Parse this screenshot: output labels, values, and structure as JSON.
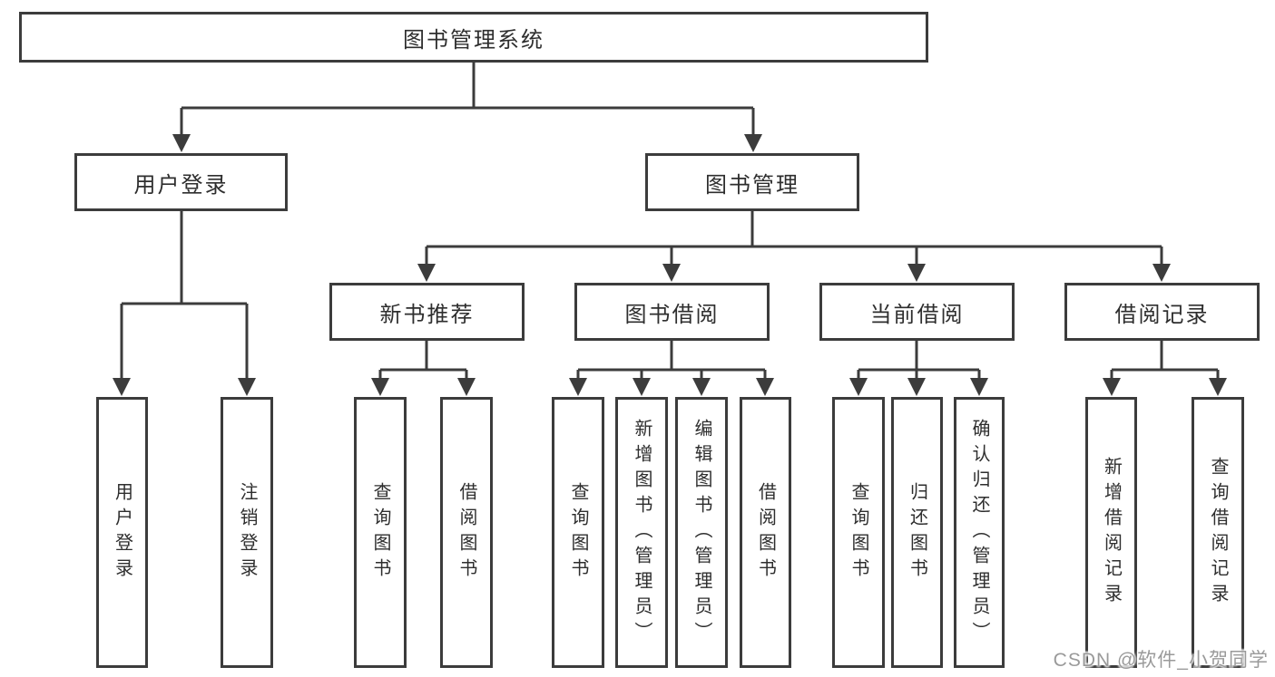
{
  "title": "图书管理系统",
  "watermark": "CSDN @软件_小贺同学",
  "colors": {
    "line": "#3c3c3c",
    "box_border": "#3c3c3c",
    "text": "#2e2e2e",
    "background": "#ffffff",
    "watermark_text": "#9a9a9a"
  },
  "tree": {
    "root": {
      "label": "图书管理系统"
    },
    "level2": [
      {
        "label": "用户登录"
      },
      {
        "label": "图书管理"
      }
    ],
    "level3": [
      {
        "label": "新书推荐"
      },
      {
        "label": "图书借阅"
      },
      {
        "label": "当前借阅"
      },
      {
        "label": "借阅记录"
      }
    ],
    "leaves": {
      "user_login": [
        "用户登录",
        "注销登录"
      ],
      "new_books": [
        "查询图书",
        "借阅图书"
      ],
      "book_borrow": [
        "查询图书",
        "新增图书（管理员）",
        "编辑图书（管理员）",
        "借阅图书"
      ],
      "current_borrow": [
        "查询图书",
        "归还图书",
        "确认归还（管理员）"
      ],
      "borrow_records": [
        "新增借阅记录",
        "查询借阅记录"
      ]
    }
  }
}
